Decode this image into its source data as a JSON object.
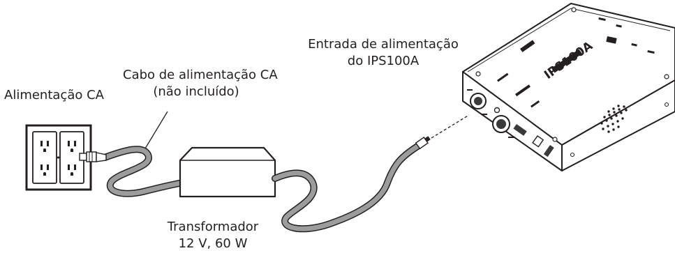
{
  "labels": {
    "ac_power": "Alimentação CA",
    "ac_cord_line1": "Cabo de alimentação CA",
    "ac_cord_line2": "(não incluído)",
    "power_input_line1": "Entrada de alimentação",
    "power_input_line2": "do IPS100A",
    "transformer_line1": "Transformador",
    "transformer_line2": "12 V, 60 W"
  },
  "device": {
    "model_print": "IPS100A"
  },
  "colors": {
    "cable": "#9c9c9c",
    "outline": "#231f20",
    "device_dark": "#3a3a3a"
  },
  "icons": [
    "wall-outlet-icon",
    "ac-plug-icon",
    "dc-plug-icon",
    "transformer-icon",
    "ips100a-device-icon"
  ]
}
